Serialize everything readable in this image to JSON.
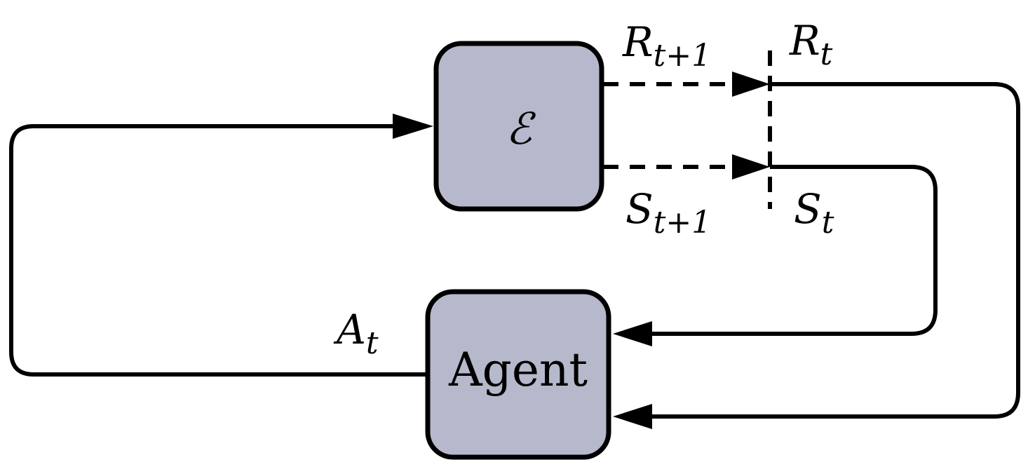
{
  "nodes": {
    "environment": {
      "label": "ℰ"
    },
    "agent": {
      "label": "Agent"
    }
  },
  "labels": {
    "reward_next": {
      "base": "R",
      "sub": "t+1"
    },
    "reward_current": {
      "base": "R",
      "sub": "t"
    },
    "state_next": {
      "base": "S",
      "sub": "t+1"
    },
    "state_current": {
      "base": "S",
      "sub": "t"
    },
    "action": {
      "base": "A",
      "sub": "t"
    }
  },
  "colors": {
    "box_fill": "#b6b8cb",
    "stroke": "#000000",
    "background": "#ffffff"
  }
}
